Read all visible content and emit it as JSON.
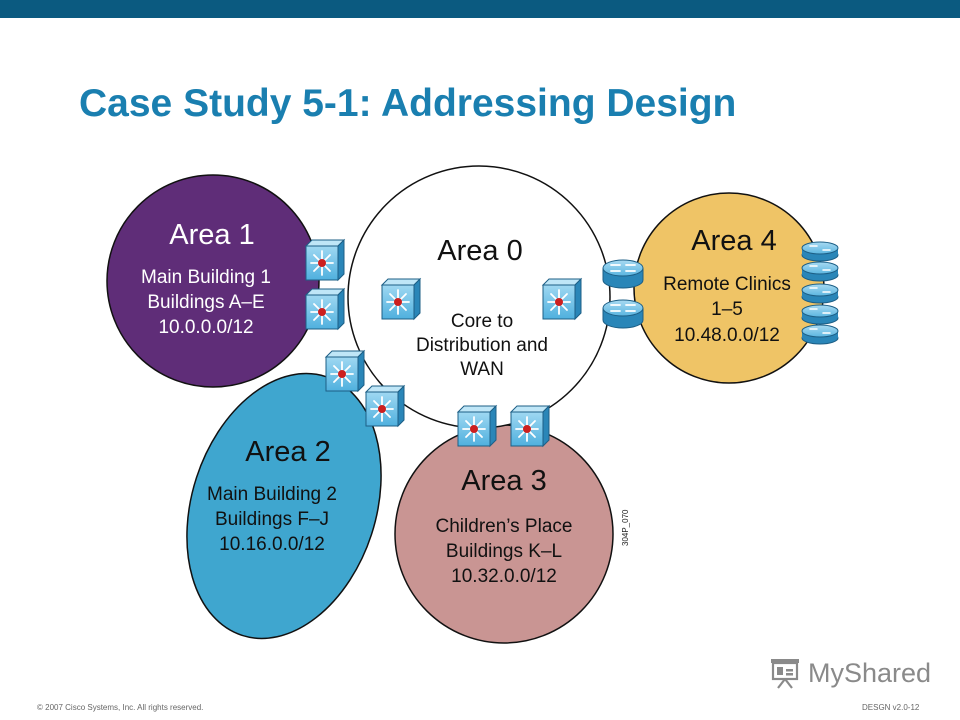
{
  "slide": {
    "title": "Case Study 5-1: Addressing Design"
  },
  "areas": [
    {
      "id": "area0",
      "title": "Area 0",
      "lines": [
        "Core to",
        "Distribution and",
        "WAN"
      ],
      "color": "#ffffff"
    },
    {
      "id": "area1",
      "title": "Area 1",
      "lines": [
        "Main Building 1",
        "Buildings A–E",
        "10.0.0.0/12"
      ],
      "color": "#5f2d78"
    },
    {
      "id": "area2",
      "title": "Area 2",
      "lines": [
        "Main Building 2",
        "Buildings F–J",
        "10.16.0.0/12"
      ],
      "color": "#3fa6cf"
    },
    {
      "id": "area3",
      "title": "Area 3",
      "lines": [
        "Children’s Place",
        "Buildings K–L",
        "10.32.0.0/12"
      ],
      "color": "#c99593"
    },
    {
      "id": "area4",
      "title": "Area 4",
      "lines": [
        "Remote Clinics",
        "1–5",
        "10.48.0.0/12"
      ],
      "color": "#efc466"
    }
  ],
  "figure_code": "304P_070",
  "footer": {
    "copyright": "© 2007 Cisco Systems, Inc. All rights reserved.",
    "course": "DESGN v2.0-12"
  },
  "logo": {
    "text": "MyShared",
    "icon": "projector-screen-icon"
  },
  "icons": {
    "switch": "layer3-switch-icon",
    "router": "router-icon"
  }
}
